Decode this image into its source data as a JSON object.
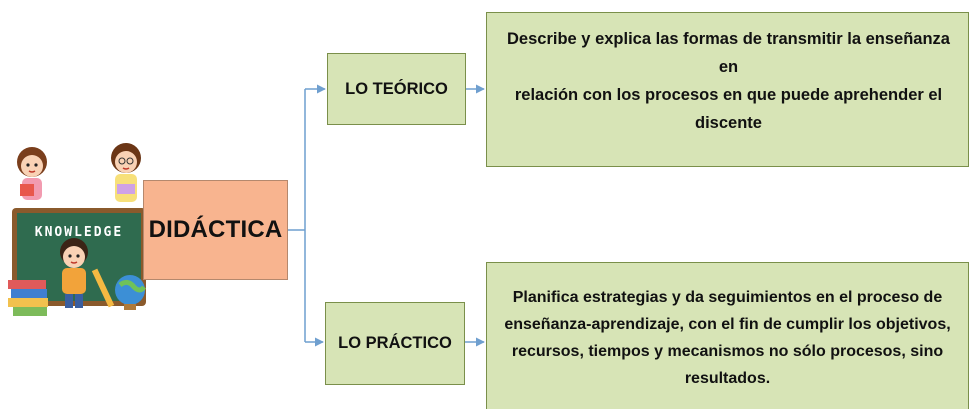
{
  "root": {
    "label": "DIDÁCTICA",
    "color": "#f8b48f"
  },
  "branches": [
    {
      "label": "LO TEÓRICO",
      "description": "Describe y explica las formas de transmitir la enseñanza en\nrelación con los procesos en que puede aprehender el discente"
    },
    {
      "label": "LO PRÁCTICO",
      "description": "Planifica estrategias y da seguimientos en el proceso de\nenseñanza-aprendizaje, con el fin de  cumplir los objetivos,\nrecursos, tiempos y mecanismos  no sólo procesos, sino\nresultados."
    }
  ],
  "illustration": {
    "board_text": "KNOWLEDGE"
  },
  "colors": {
    "box_fill": "#d7e4b6",
    "connector": "#6f9fcf",
    "board": "#2f6b4f"
  }
}
